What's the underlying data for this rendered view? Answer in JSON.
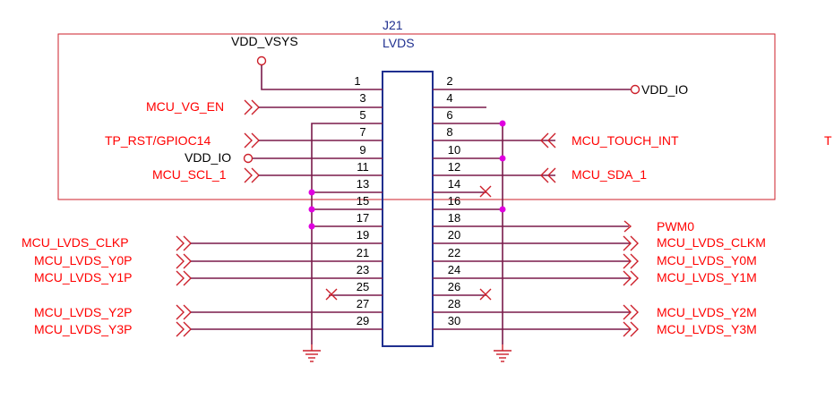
{
  "component": {
    "ref": "J21",
    "value": "LVDS"
  },
  "colors": {
    "connector": "#1f2f8f",
    "wire": "#7a1a4a",
    "symbol": "#cc1f2a",
    "junction": "#e000e0",
    "label": "#ff0000"
  },
  "power": {
    "vdd_vsys": "VDD_VSYS",
    "vdd_io_right": "VDD_IO",
    "vdd_io_left": "VDD_IO"
  },
  "pins_left": [
    "1",
    "3",
    "5",
    "7",
    "9",
    "11",
    "13",
    "15",
    "17",
    "19",
    "21",
    "23",
    "25",
    "27",
    "29"
  ],
  "pins_right": [
    "2",
    "4",
    "6",
    "8",
    "10",
    "12",
    "14",
    "16",
    "18",
    "20",
    "22",
    "24",
    "26",
    "28",
    "30"
  ],
  "labels_left": {
    "mcu_vg_en": "MCU_VG_EN",
    "tp_rst": "TP_RST/GPIOC14",
    "mcu_scl": "MCU_SCL_1",
    "clkp": "MCU_LVDS_CLKP",
    "y0p": "MCU_LVDS_Y0P",
    "y1p": "MCU_LVDS_Y1P",
    "y2p": "MCU_LVDS_Y2P",
    "y3p": "MCU_LVDS_Y3P"
  },
  "labels_right": {
    "touch_int": "MCU_TOUCH_INT",
    "mcu_sda": "MCU_SDA_1",
    "pwm0": "PWM0",
    "clkm": "MCU_LVDS_CLKM",
    "y0m": "MCU_LVDS_Y0M",
    "y1m": "MCU_LVDS_Y1M",
    "y2m": "MCU_LVDS_Y2M",
    "y3m": "MCU_LVDS_Y3M"
  },
  "edge_fragment": "T"
}
